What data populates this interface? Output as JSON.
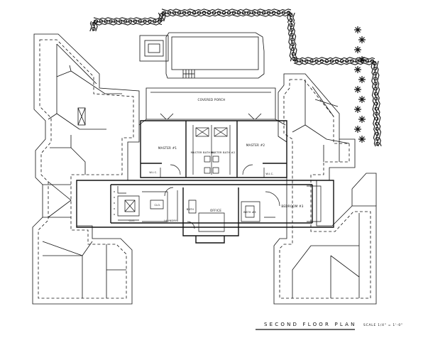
{
  "plan": {
    "title": "SECOND FLOOR PLAN",
    "scale": "SCALE  1/4\" = 1'-0\"",
    "rooms": {
      "covered_porch": "COVERED PORCH",
      "master_left": "MASTER #1",
      "master_right": "MASTER #2",
      "master_bath_left": "MASTER BATH #1",
      "master_bath_right": "MASTER BATH #2",
      "wic_left": "W.I.C.",
      "wic_right": "W.I.C.",
      "office": "OFFICE",
      "bedroom": "BEDROOM #3",
      "laundry": "LAUNDRY",
      "bath_left": "BATH",
      "bath_right": "BATH #3",
      "closet": "CLO.",
      "closet_2": "CLO."
    }
  },
  "colors": {
    "ink": "#111111",
    "paper": "#ffffff"
  }
}
